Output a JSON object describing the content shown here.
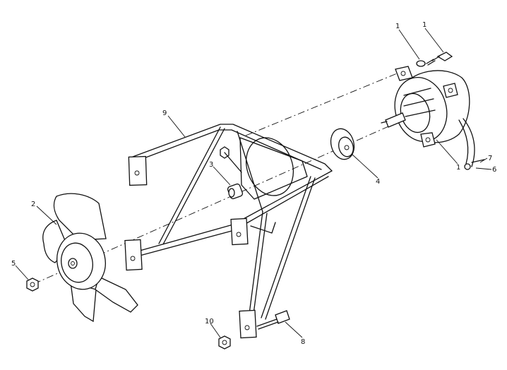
{
  "diagram": {
    "callouts": [
      {
        "id": "c1a",
        "text": "1"
      },
      {
        "id": "c1b",
        "text": "1"
      },
      {
        "id": "c1c",
        "text": "1"
      },
      {
        "id": "c2",
        "text": "2"
      },
      {
        "id": "c3",
        "text": "3"
      },
      {
        "id": "c4",
        "text": "4"
      },
      {
        "id": "c5",
        "text": "5"
      },
      {
        "id": "c6",
        "text": "6"
      },
      {
        "id": "c7",
        "text": "7"
      },
      {
        "id": "c8",
        "text": "8"
      },
      {
        "id": "c9",
        "text": "9"
      },
      {
        "id": "c10",
        "text": "10"
      }
    ]
  }
}
